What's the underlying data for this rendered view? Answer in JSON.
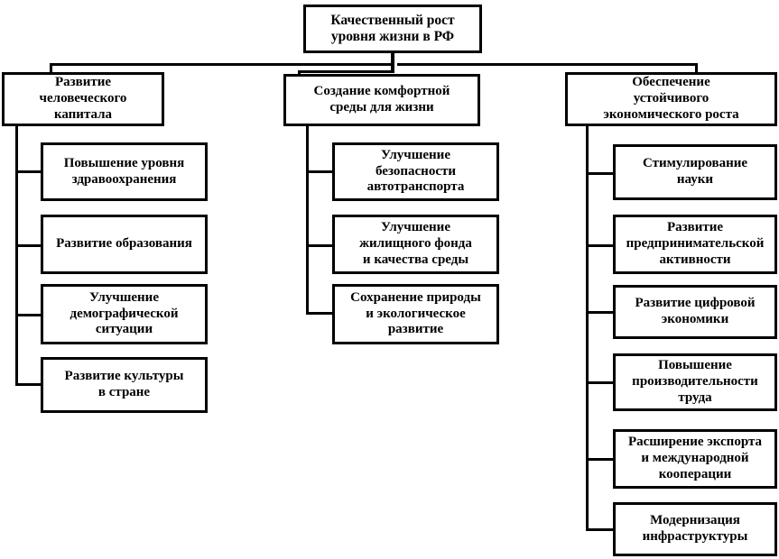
{
  "diagram": {
    "type": "organizational-tree",
    "title": "Качественный рост\nуровня жизни в РФ",
    "line_color": "#000000",
    "box_fill": "#ffffff",
    "text_color": "#000000",
    "branches": [
      {
        "id": "human-capital",
        "label": "Развитие\nчеловеческого\nкапитала",
        "children": [
          {
            "id": "healthcare",
            "label": "Повышение уровня\nздравоохранения"
          },
          {
            "id": "education",
            "label": "Развитие образования"
          },
          {
            "id": "demography",
            "label": "Улучшение\nдемографической\nситуации"
          },
          {
            "id": "culture",
            "label": "Развитие культуры\nв стране"
          }
        ]
      },
      {
        "id": "comfortable-environment",
        "label": "Создание комфортной\nсреды для жизни",
        "children": [
          {
            "id": "transport-safety",
            "label": "Улучшение\nбезопасности\nавтотранспорта"
          },
          {
            "id": "housing-fund",
            "label": "Улучшение\nжилищного фонда\nи качества среды"
          },
          {
            "id": "nature-ecology",
            "label": "Сохранение природы\nи экологическое\nразвитие"
          }
        ]
      },
      {
        "id": "economic-growth",
        "label": "Обеспечение\nустойчивого\nэкономического роста",
        "children": [
          {
            "id": "science",
            "label": "Стимулирование\nнауки"
          },
          {
            "id": "entrepreneurship",
            "label": "Развитие\nпредпринимательской\nактивности"
          },
          {
            "id": "digital-economy",
            "label": "Развитие цифровой\nэкономики"
          },
          {
            "id": "labor-productivity",
            "label": "Повышение\nпроизводительности\nтруда"
          },
          {
            "id": "export-cooperation",
            "label": "Расширение экспорта\nи международной\nкооперации"
          },
          {
            "id": "infrastructure",
            "label": "Модернизация\nинфраструктуры"
          }
        ]
      }
    ]
  }
}
